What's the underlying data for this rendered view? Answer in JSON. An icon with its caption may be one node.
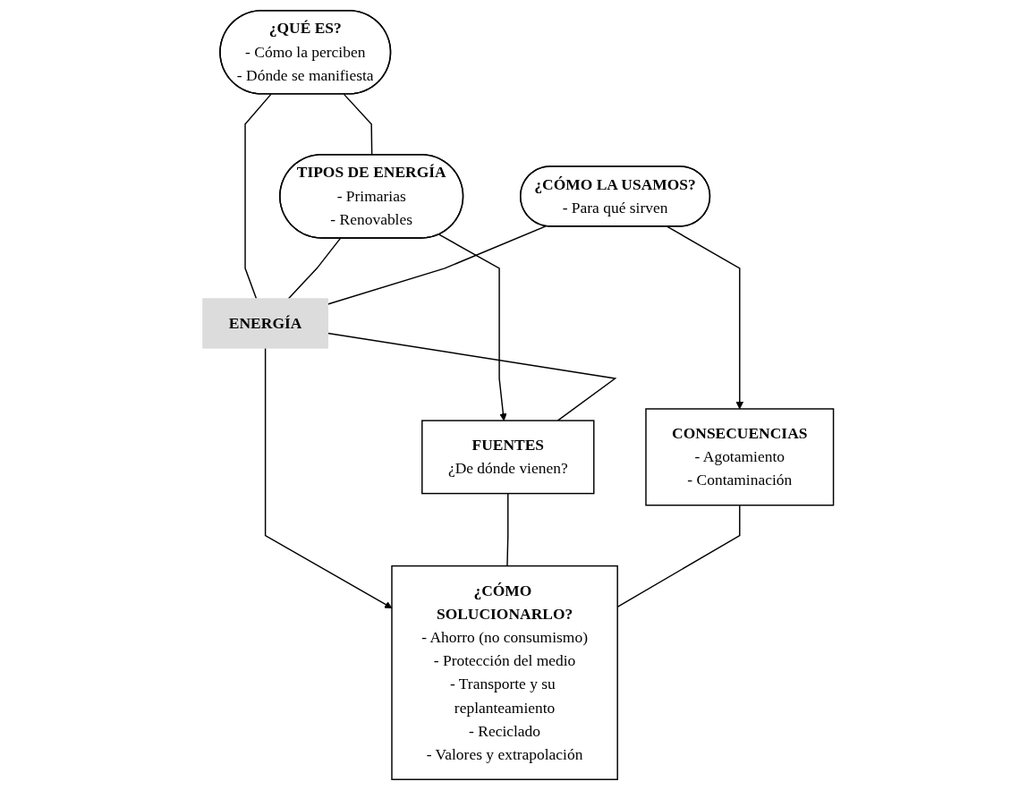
{
  "diagram": {
    "nodes": [
      {
        "text": [
          "¿QUÉ ES?",
          "- Cómo la perciben",
          "- Dónde se manifiesta"
        ]
      },
      {
        "text": [
          "TIPOS DE ENERGÍA",
          "- Primarias",
          "- Renovables"
        ]
      },
      {
        "text": [
          "¿CÓMO LA USAMOS?",
          "- Para qué sirven"
        ]
      },
      {
        "text": [
          "ENERGÍA"
        ]
      },
      {
        "text": [
          "FUENTES",
          "¿De dónde vienen?"
        ]
      },
      {
        "text": [
          "CONSECUENCIAS",
          "- Agotamiento",
          "- Contaminación"
        ]
      },
      {
        "text": [
          "¿CÓMO SOLUCIONARLO?",
          "- Ahorro (no consumismo)",
          "- Protección del medio",
          "- Transporte y su replanteamiento",
          "- Reciclado",
          "- Valores y extrapolación"
        ]
      }
    ],
    "edges": [
      {
        "from": 0,
        "to": 1,
        "arrow": "none"
      },
      {
        "from": 0,
        "to": 3,
        "arrow": "none"
      },
      {
        "from": 1,
        "to": 3,
        "arrow": "none"
      },
      {
        "from": 1,
        "to": 4,
        "arrow": "to"
      },
      {
        "from": 2,
        "to": 3,
        "arrow": "none"
      },
      {
        "from": 3,
        "to": 4,
        "arrow": "none"
      },
      {
        "from": 3,
        "to": 6,
        "arrow": "to"
      },
      {
        "from": 4,
        "to": 6,
        "arrow": "none"
      },
      {
        "from": 2,
        "to": 5,
        "arrow": "to"
      },
      {
        "from": 5,
        "to": 6,
        "arrow": "none"
      }
    ]
  }
}
